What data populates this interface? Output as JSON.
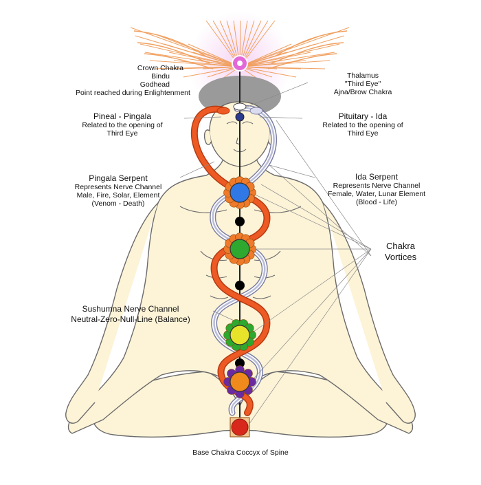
{
  "labels": {
    "crown": [
      "Crown Chakra",
      "Bindu",
      "Godhead",
      "Point reached during Enlightenment"
    ],
    "thalamus": [
      "Thalamus",
      "\"Third Eye\"",
      "Ajna/Brow Chakra"
    ],
    "pineal": {
      "title": "Pineal - Pingala",
      "lines": [
        "Related to the opening of",
        "Third Eye"
      ]
    },
    "pituitary": {
      "title": "Pituitary - Ida",
      "lines": [
        "Related to the opening of",
        "Third Eye"
      ]
    },
    "pingala": {
      "title": "Pingala Serpent",
      "lines": [
        "Represents Nerve Channel",
        "Male, Fire, Solar, Element",
        "(Venom - Death)"
      ]
    },
    "ida": {
      "title": "Ida Serpent",
      "lines": [
        "Represents Nerve Channel",
        "Female, Water, Lunar Element",
        "(Blood - Life)"
      ]
    },
    "vortices": [
      "Chakra",
      "Vortices"
    ],
    "sushumna": [
      "Sushumna Nerve Channel",
      "Neutral-Zero-Null-Line (Balance)"
    ],
    "base": "Base Chakra Coccyx of Spine"
  },
  "colors": {
    "body_fill": "#fdf3d7",
    "outline": "#6b6b6b",
    "pingala": "#ee5a24",
    "ida": "#b8bcd8",
    "crown_glow": "#e9a8e6",
    "wing_rays": "#f0a060",
    "head_glow": "#a0a0a0"
  },
  "chakras": [
    {
      "name": "crown",
      "color": "#e268d8"
    },
    {
      "name": "brow",
      "color": "#2a3a8e"
    },
    {
      "name": "throat",
      "color": "#2f78e6"
    },
    {
      "name": "heart",
      "color": "#2ea82e"
    },
    {
      "name": "solar-plexus",
      "color": "#e7e22a"
    },
    {
      "name": "sacral",
      "color": "#f08a1c"
    },
    {
      "name": "root",
      "color": "#d8281c"
    }
  ]
}
